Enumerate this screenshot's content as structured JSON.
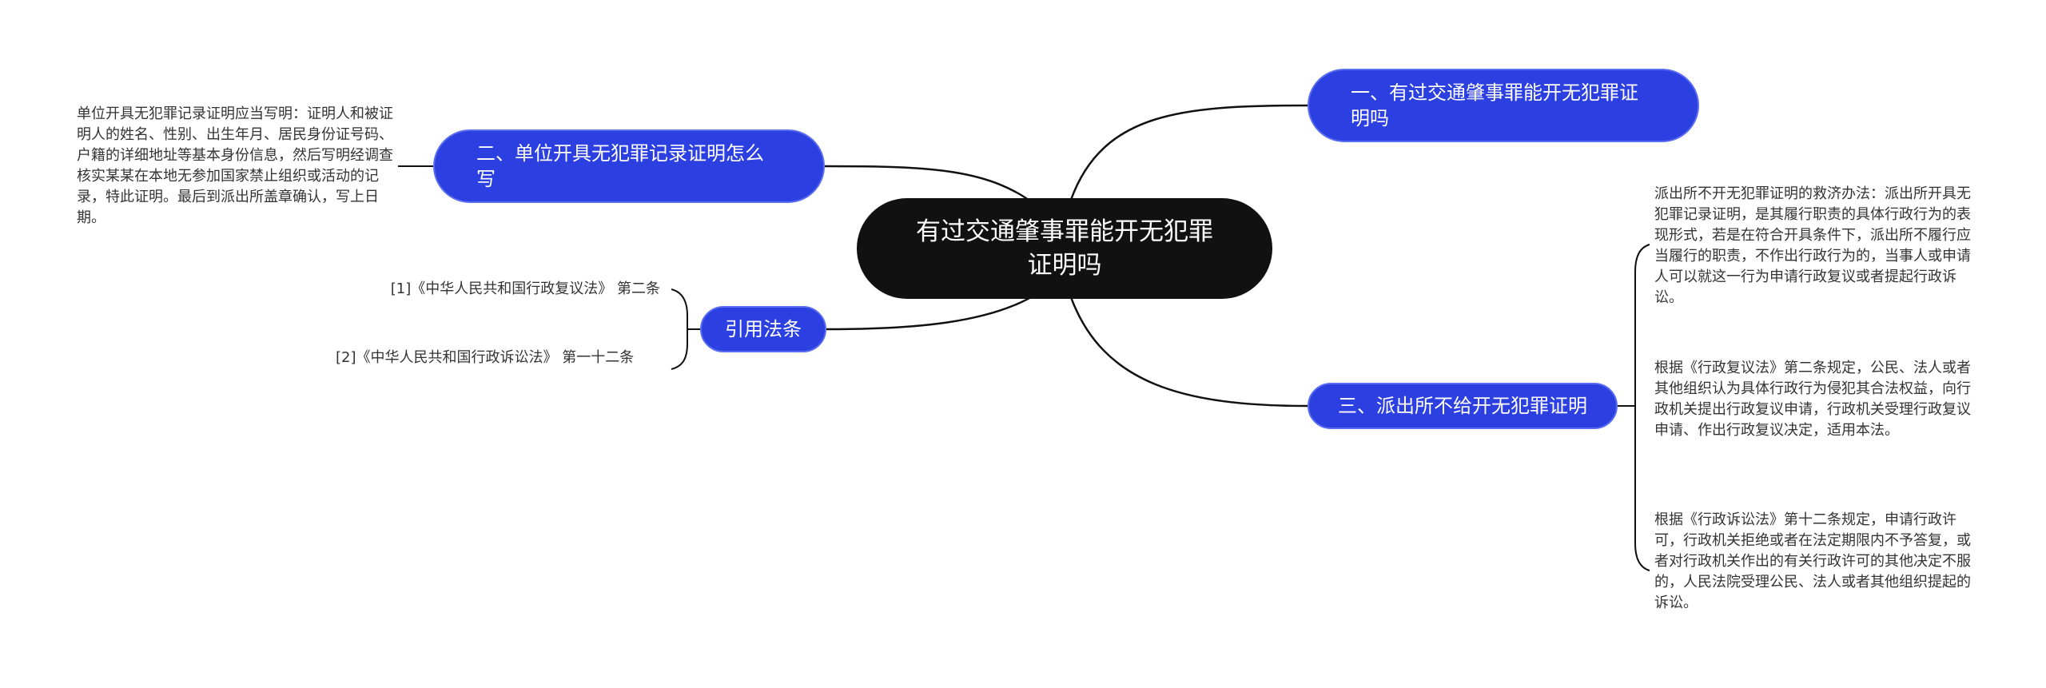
{
  "root": {
    "label": "有过交通肇事罪能开无犯罪证明吗"
  },
  "branches": [
    {
      "label": "一、有过交通肇事罪能开无犯罪证明吗"
    },
    {
      "label": "二、单位开具无犯罪记录证明怎么写"
    },
    {
      "label": "引用法条"
    },
    {
      "label": "三、派出所不给开无犯罪证明"
    }
  ],
  "leaves": {
    "unit_certificate": "单位开具无犯罪记录证明应当写明：证明人和被证明人的姓名、性别、出生年月、居民身份证号码、户籍的详细地址等基本身份信息，然后写明经调查核实某某在本地无参加国家禁止组织或活动的记录，特此证明。最后到派出所盖章确认，写上日期。",
    "remedy": "派出所不开无犯罪证明的救济办法：派出所开具无犯罪记录证明，是其履行职责的具体行政行为的表现形式，若是在符合开具条件下，派出所不履行应当履行的职责，不作出行政行为的，当事人或申请人可以就这一行为申请行政复议或者提起行政诉讼。",
    "review_law": "根据《行政复议法》第二条规定，公民、法人或者其他组织认为具体行政行为侵犯其合法权益，向行政机关提出行政复议申请，行政机关受理行政复议申请、作出行政复议决定，适用本法。",
    "litigation_law": "根据《行政诉讼法》第十二条规定，申请行政许可，行政机关拒绝或者在法定期限内不予答复，或者对行政机关作出的有关行政许可的其他决定不服的，人民法院受理公民、法人或者其他组织提起的诉讼。"
  },
  "references": [
    "[1]《中华人民共和国行政复议法》 第二条",
    "[2]《中华人民共和国行政诉讼法》 第一十二条"
  ],
  "colors": {
    "root_bg": "#111111",
    "branch_bg": "#2c3fe0",
    "line": "#111111"
  }
}
